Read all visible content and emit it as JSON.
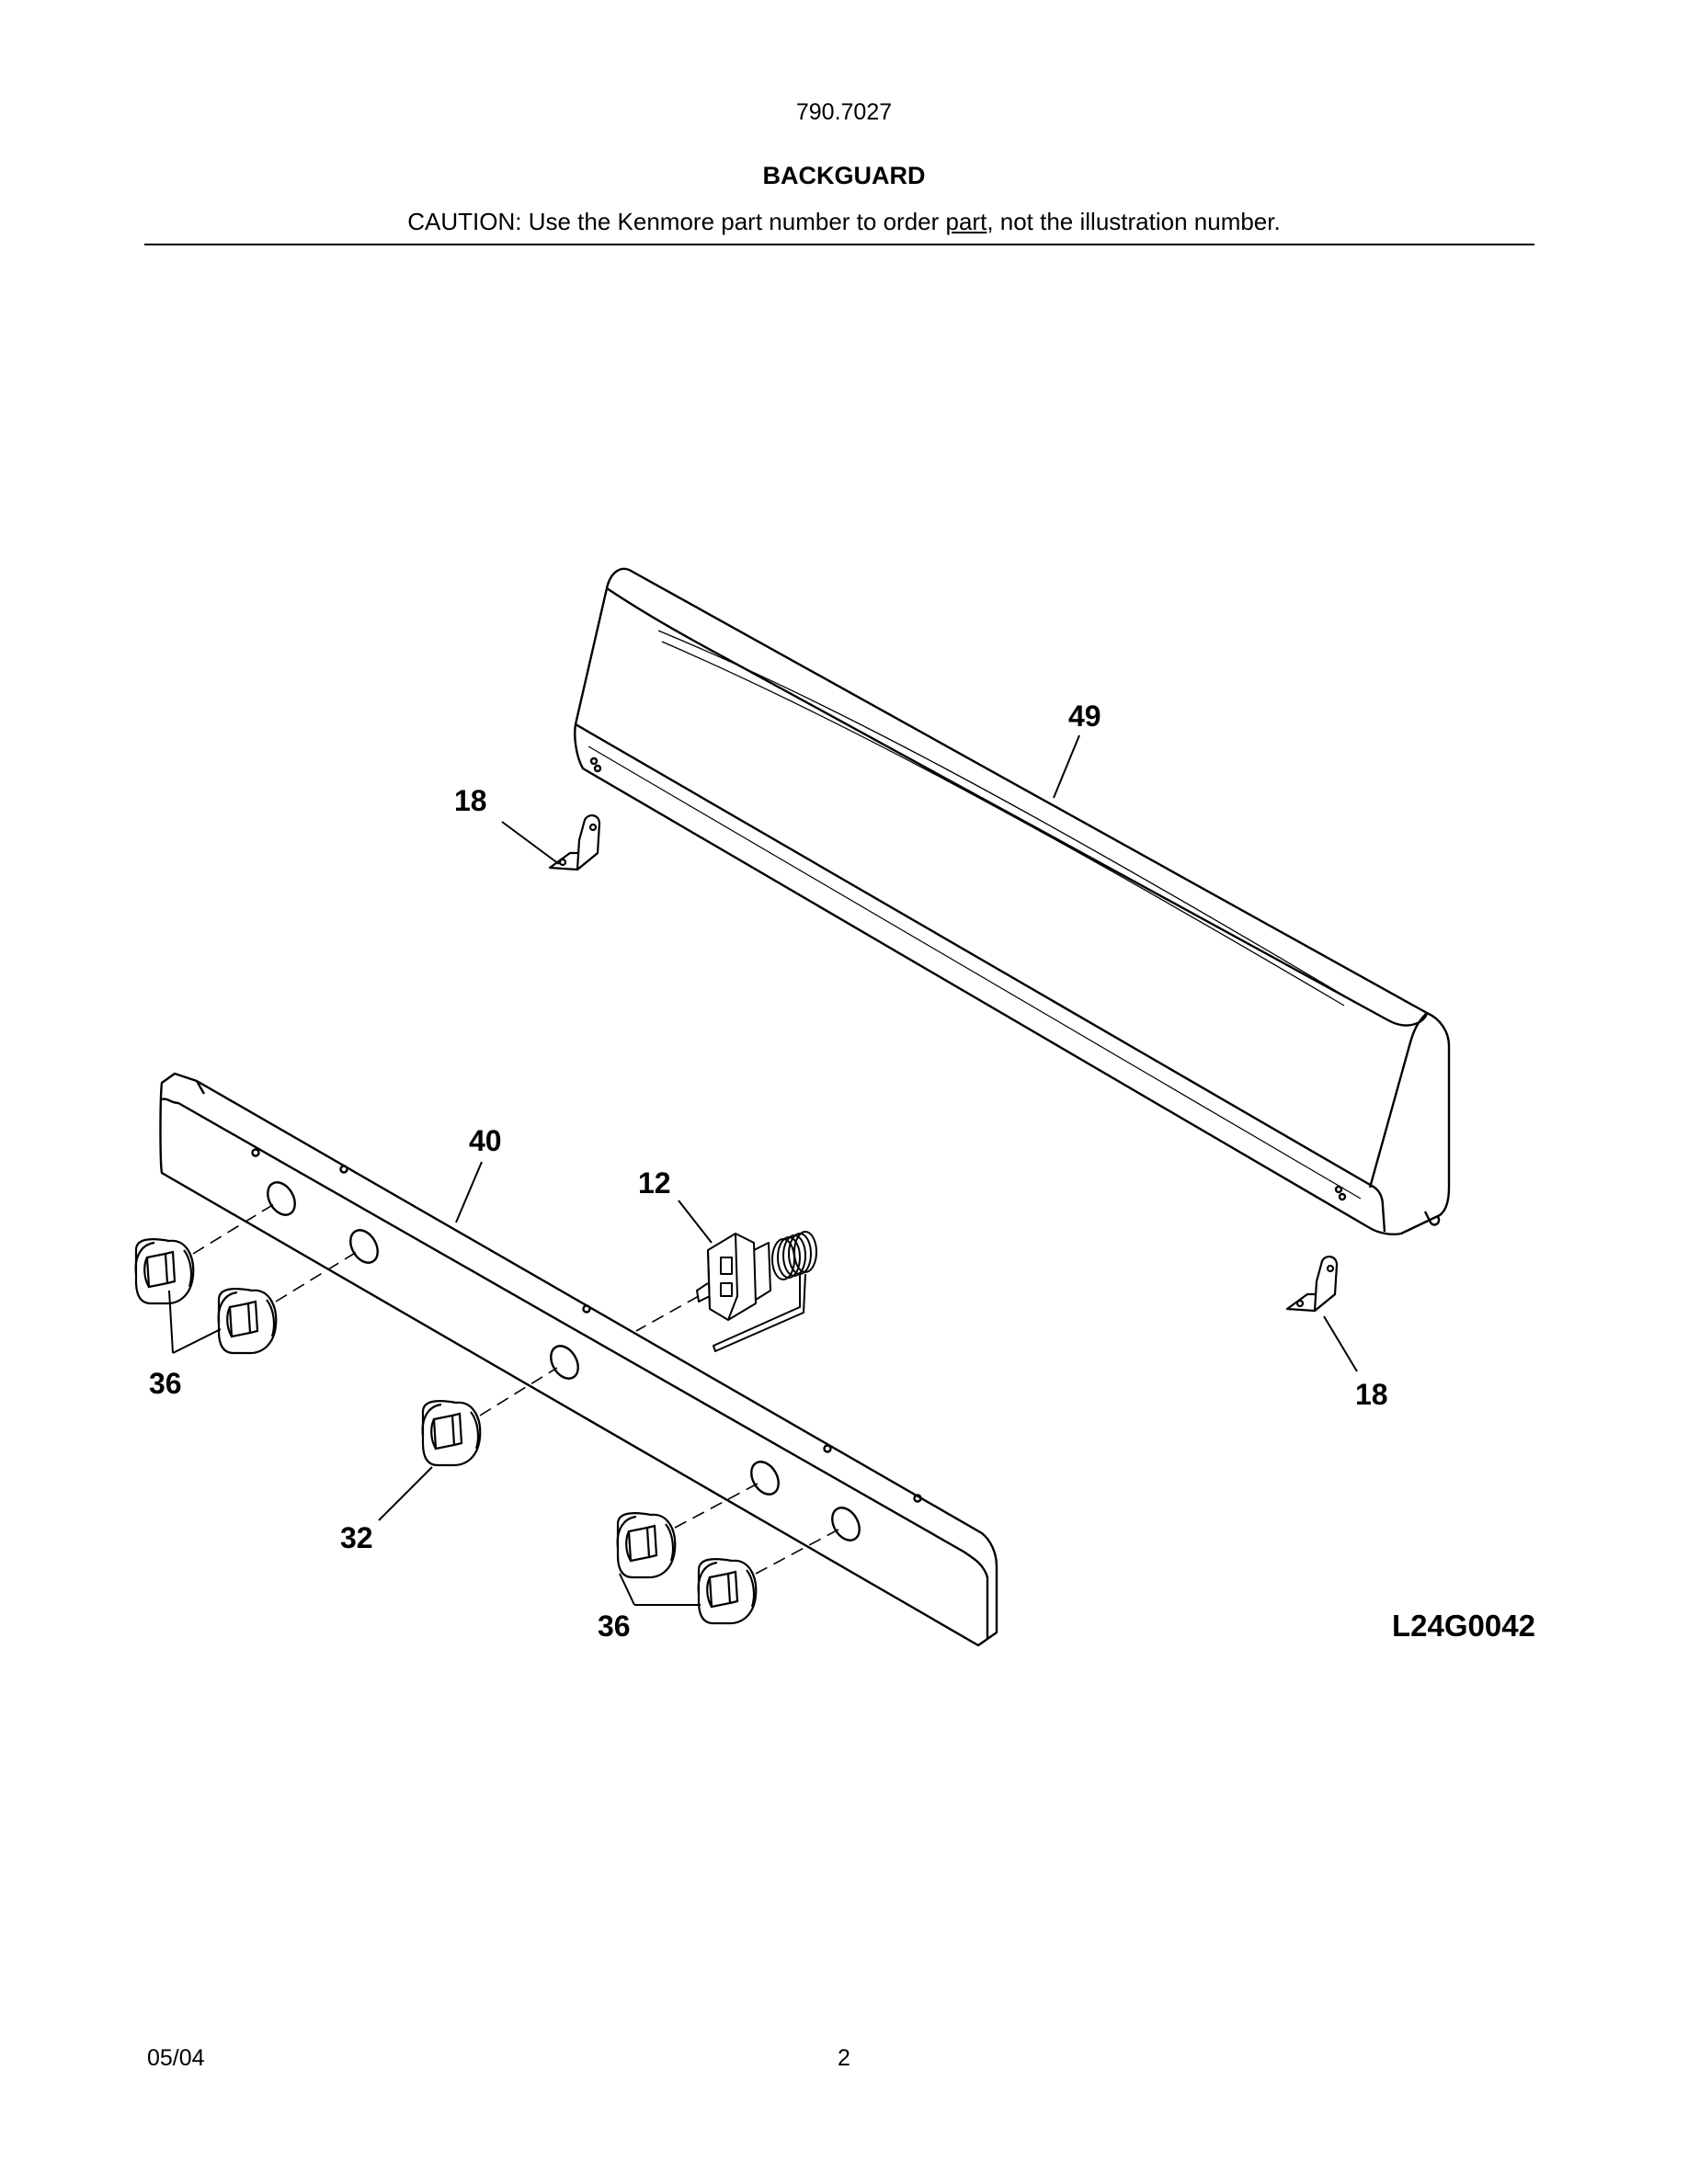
{
  "header": {
    "model_number": "790.7027",
    "title": "BACKGUARD",
    "caution_prefix": "CAUTION: Use the Kenmore part number to order ",
    "caution_underlined": "part",
    "caution_suffix": ", not the illustration number."
  },
  "diagram": {
    "callouts": {
      "backguard": "49",
      "bracket_left": "18",
      "bracket_right": "18",
      "control_panel": "40",
      "thermostat": "12",
      "knobs_left": "36",
      "knob_center": "32",
      "knobs_right": "36"
    },
    "figure_id": "L24G0042"
  },
  "footer": {
    "date": "05/04",
    "page_number": "2"
  }
}
